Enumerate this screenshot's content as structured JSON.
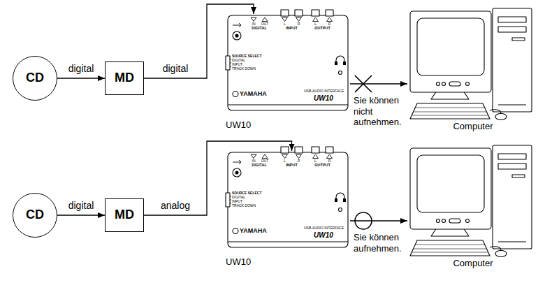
{
  "diagram": {
    "nodes": [
      {
        "text": [
          "CD"
        ]
      },
      {
        "text": [
          "MD"
        ]
      },
      {
        "text": [
          "IN",
          "OUT",
          "L",
          "R",
          "L",
          "R",
          "DIGITAL",
          "INPUT",
          "OUTPUT",
          "SOURCE SELECT",
          "DIGITAL",
          "INPUT",
          "TRACK DOWN",
          "YAMAHA",
          "USB-AUDIO INTERFACE",
          "UW10",
          "UW10"
        ]
      },
      {
        "text": [
          "Computer"
        ]
      },
      {
        "text": [
          "CD"
        ]
      },
      {
        "text": [
          "MD"
        ]
      },
      {
        "text": [
          "IN",
          "OUT",
          "L",
          "R",
          "L",
          "R",
          "DIGITAL",
          "INPUT",
          "OUTPUT",
          "SOURCE SELECT",
          "DIGITAL",
          "INPUT",
          "TRACK DOWN",
          "YAMAHA",
          "USB-AUDIO INTERFACE",
          "UW10",
          "UW10"
        ]
      },
      {
        "text": [
          "Computer"
        ]
      }
    ],
    "edges": [
      {
        "from": 0,
        "to": 1,
        "arrow": "to",
        "label": "digital"
      },
      {
        "from": 1,
        "to": 2,
        "arrow": "to",
        "label": "digital"
      },
      {
        "from": 2,
        "to": 3,
        "arrow": "to",
        "label": "Sie können nicht aufnehmen."
      },
      {
        "from": 4,
        "to": 5,
        "arrow": "to",
        "label": "digital"
      },
      {
        "from": 5,
        "to": 6,
        "arrow": "to",
        "label": "analog"
      },
      {
        "from": 6,
        "to": 7,
        "arrow": "to",
        "label": "Sie können aufnehmen."
      }
    ]
  }
}
